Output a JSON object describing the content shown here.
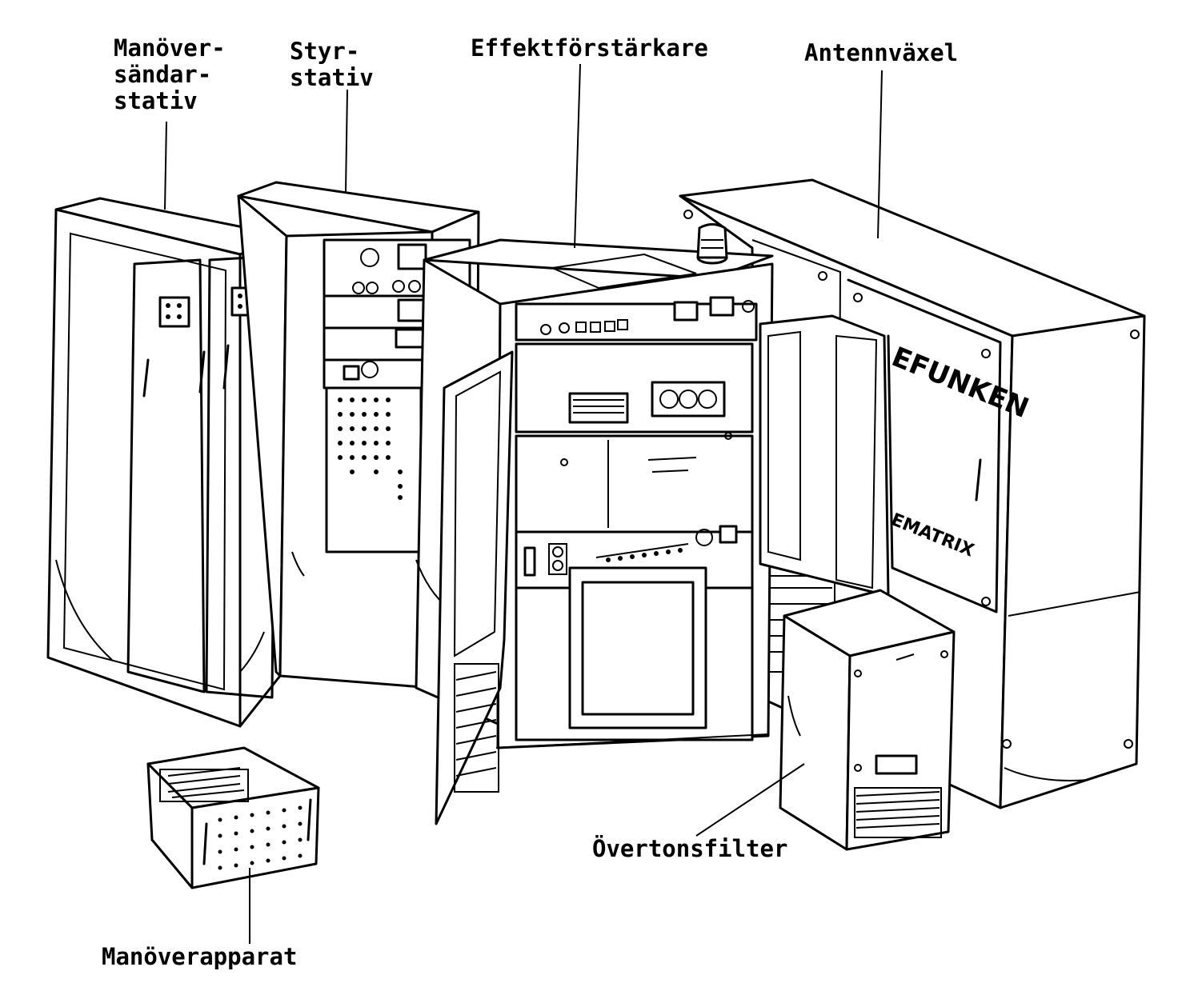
{
  "labels": {
    "manover_sandar_stativ": [
      "Manöver-",
      "sändar-",
      "stativ"
    ],
    "styr_stativ": [
      "Styr-",
      "stativ"
    ],
    "effektforstarkare": "Effektförstärkare",
    "antennvaxel": "Antennväxel",
    "overtonsfilter": "Övertonsfilter",
    "manoverapparat": "Manöverapparat"
  },
  "markings": {
    "brand": "EFUNKEN",
    "model": "EMATRIX"
  },
  "colors": {
    "ink": "#000000",
    "paper": "#ffffff"
  }
}
